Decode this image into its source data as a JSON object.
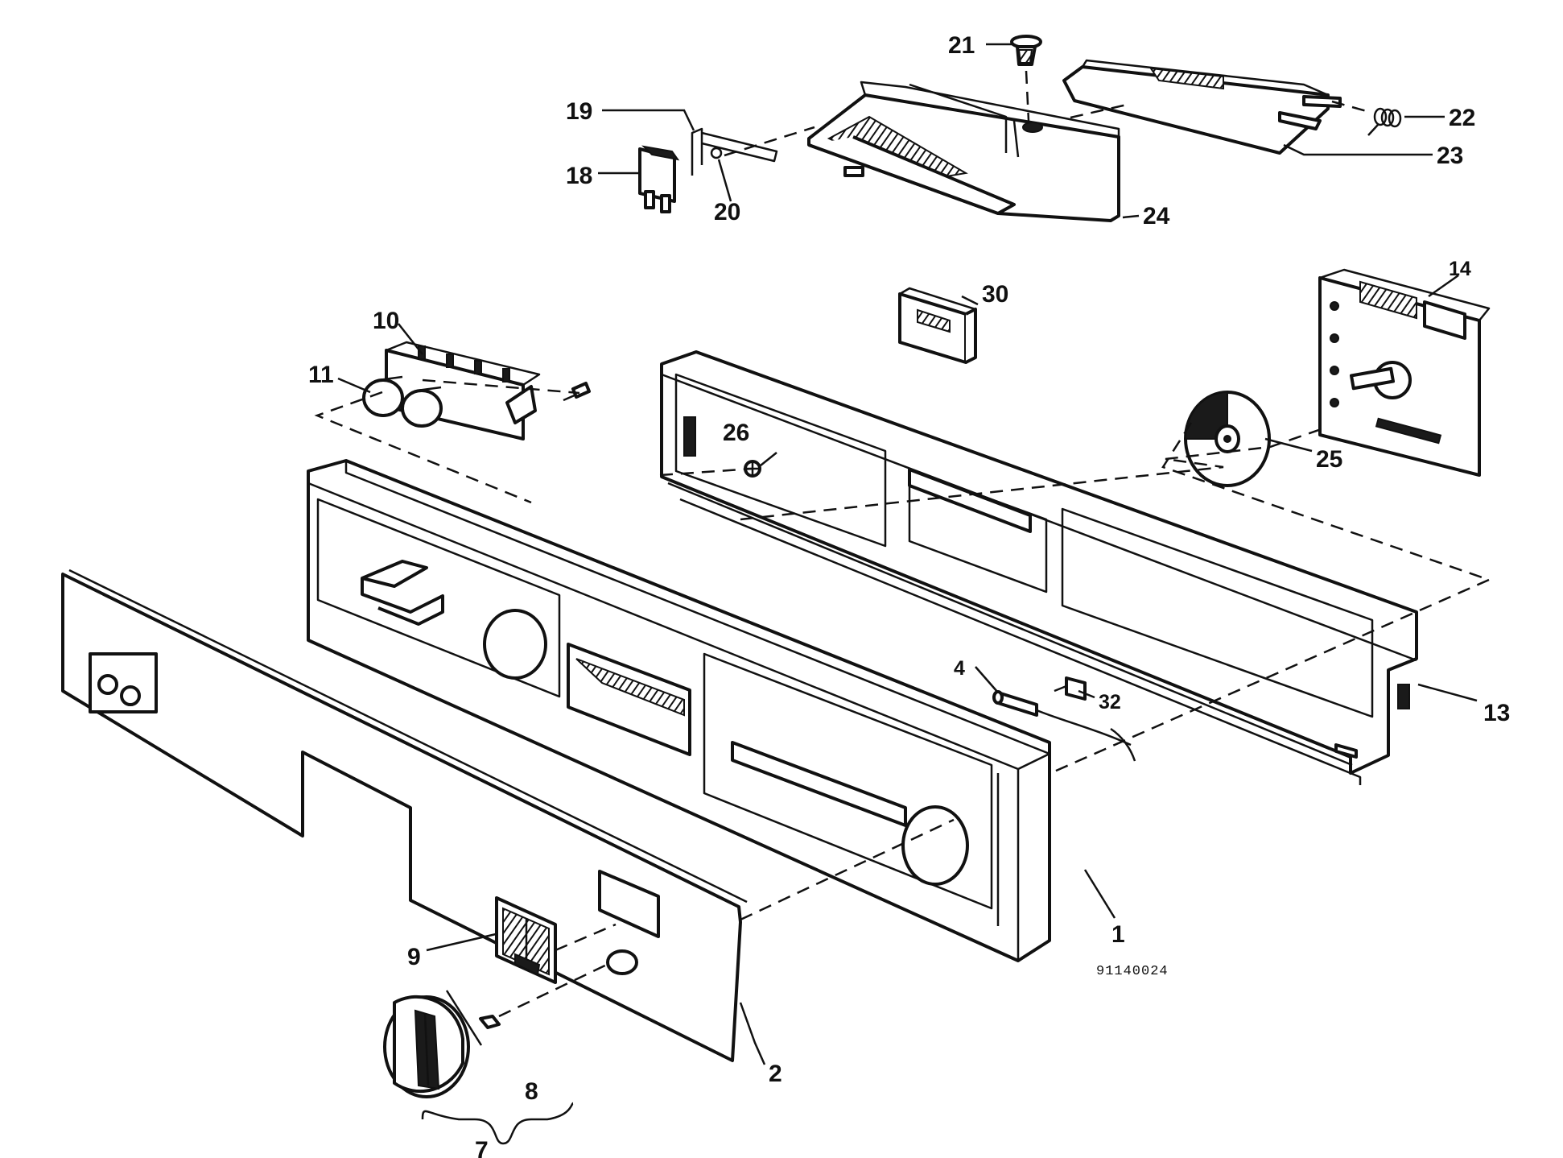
{
  "diagram": {
    "reference_code": "91140024",
    "labels": {
      "p1": "1",
      "p2": "2",
      "p4": "4",
      "p7": "7",
      "p8": "8",
      "p9": "9",
      "p10": "10",
      "p11": "11",
      "p13": "13",
      "p14": "14",
      "p18": "18",
      "p19": "19",
      "p20": "20",
      "p21": "21",
      "p22": "22",
      "p23": "23",
      "p24": "24",
      "p25": "25",
      "p26": "26",
      "p30": "30",
      "p32": "32"
    }
  }
}
